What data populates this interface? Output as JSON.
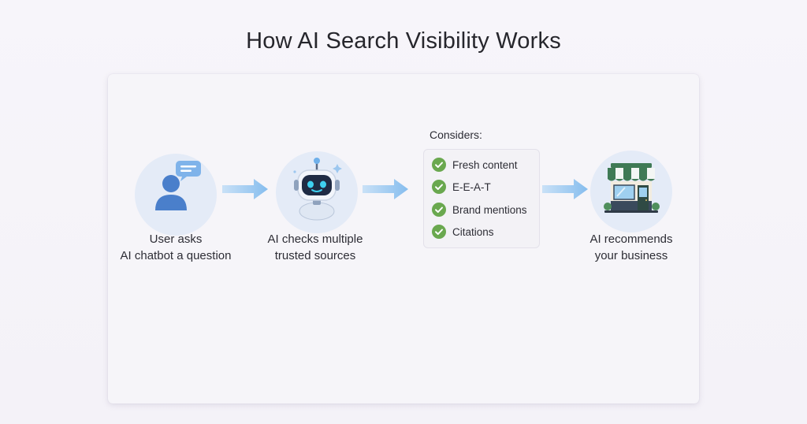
{
  "title": "How AI Search Visibility Works",
  "steps": [
    {
      "icon": "user-chat-icon",
      "label_line1": "User asks",
      "label_line2": "AI chatbot a question"
    },
    {
      "icon": "robot-icon",
      "label_line1": "AI checks multiple",
      "label_line2": "trusted sources"
    },
    {
      "icon": "storefront-icon",
      "label_line1": "AI recommends",
      "label_line2": "your business"
    }
  ],
  "considers": {
    "title": "Considers:",
    "items": [
      "Fresh content",
      "E-E-A-T",
      "Brand mentions",
      "Citations"
    ]
  },
  "colors": {
    "circle_bg": "#e4ebf7",
    "user_icon": "#4a7fcb",
    "chat_bubble": "#7fb3ea",
    "arrow": "#8fc3f0",
    "check_green": "#6aa84f",
    "awning_green": "#3f7a55",
    "robot_eyes": "#3fd0f0"
  }
}
